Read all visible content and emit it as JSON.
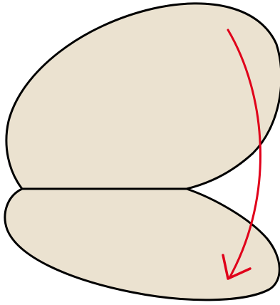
{
  "colors": {
    "shape_fill": "#ebe2d0",
    "shape_stroke": "#000000",
    "arrow": "#e0001a",
    "background": "#ffffff"
  },
  "shapes": {
    "upper": "upper-folded-lobe",
    "lower": "lower-lobe"
  },
  "arrow": {
    "meaning": "fold-down-arrow"
  }
}
